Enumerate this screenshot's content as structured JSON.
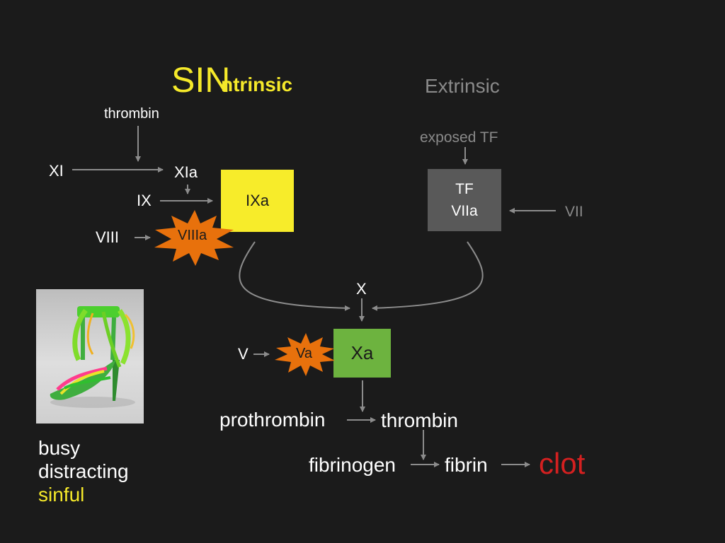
{
  "title": {
    "sin": "SIN",
    "intrinsic": "ntrinsic",
    "extrinsic": "Extrinsic"
  },
  "intrinsic": {
    "thrombin": "thrombin",
    "xi": "XI",
    "xia": "XIa",
    "ix": "IX",
    "ixa": "IXa",
    "viii": "VIII",
    "viiia": "VIIIa"
  },
  "extrinsic": {
    "exposed_tf": "exposed TF",
    "tf": "TF",
    "viia": "VIIa",
    "vii": "VII"
  },
  "common": {
    "x": "X",
    "v": "V",
    "va": "Va",
    "xa": "Xa",
    "prothrombin": "prothrombin",
    "thrombin": "thrombin",
    "fibrinogen": "fibrinogen",
    "fibrin": "fibrin",
    "clot": "clot"
  },
  "caption": {
    "line1": "busy",
    "line2": "distracting",
    "line3": "sinful"
  },
  "colors": {
    "background": "#1b1b1b",
    "sin_yellow": "#f5e92a",
    "ixa_box": "#f7ec2a",
    "xa_box": "#6db33f",
    "tf_box": "#595959",
    "starburst": "#e8710c",
    "clot_red": "#d42020",
    "arrow_gray": "#8c8c8c"
  }
}
